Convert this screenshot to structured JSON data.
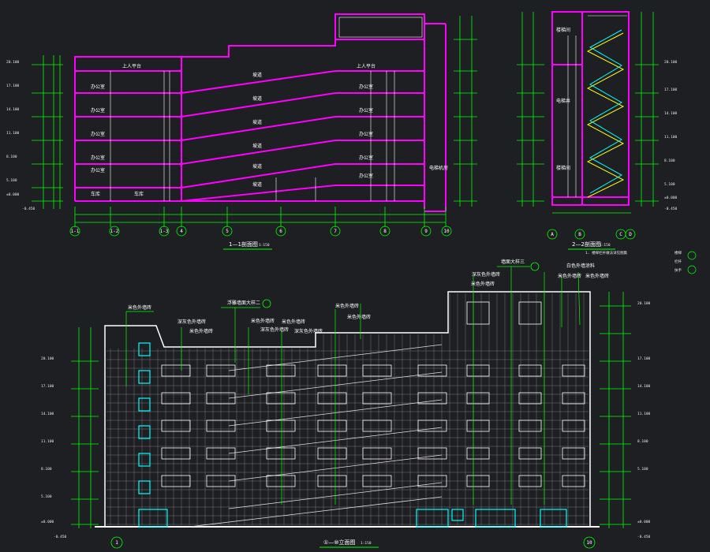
{
  "drawing": {
    "section_1": {
      "title": "1—1剖面图",
      "scale": "1:150",
      "room_labels": [
        "上人平台",
        "办公室",
        "办公室",
        "办公室",
        "办公室",
        "办公室",
        "车库",
        "车库",
        "坡道",
        "坡道",
        "坡道",
        "坡道",
        "坡道",
        "坡道",
        "上人平台",
        "办公室",
        "办公室",
        "办公室",
        "办公室",
        "办公室",
        "电梯机房"
      ],
      "axis_labels": [
        "1-1",
        "1-2",
        "1-3",
        "4",
        "5",
        "6",
        "7",
        "8",
        "9",
        "10"
      ],
      "levels": [
        "20.100",
        "17.100",
        "14.100",
        "11.100",
        "8.100",
        "5.100",
        "±0.000",
        "-0.450"
      ]
    },
    "section_2": {
      "title": "2—2剖面图",
      "scale": "1:150",
      "room_labels": [
        "楼梯间",
        "电梯井",
        "楼梯间"
      ],
      "axis_labels": [
        "A",
        "B",
        "C",
        "D"
      ],
      "levels": [
        "20.100",
        "17.100",
        "14.100",
        "11.100",
        "8.100",
        "5.100",
        "±0.000",
        "-0.450"
      ]
    },
    "elevation": {
      "title": "①—⑩立面图",
      "scale": "1:150",
      "callouts": [
        "米色外墙砖",
        "深灰色外墙砖",
        "米色外墙砖",
        "浮雕墙面大样二",
        "米色外墙砖",
        "深灰色外墙砖",
        "米色外墙砖",
        "深灰色外墙砖",
        "米色外墙砖",
        "墙面大样三",
        "深灰色外墙砖",
        "白色外墙涂料",
        "米色外墙砖",
        "米色外墙砖",
        "米色外墙砖",
        "米色外墙砖"
      ],
      "axis_labels": [
        "1",
        "10"
      ],
      "levels": [
        "20.100",
        "17.100",
        "14.100",
        "11.100",
        "8.100",
        "5.100",
        "±0.000",
        "-0.450"
      ]
    },
    "notes": [
      "1. 楼梯栏杆做法详见图集",
      "楼梯",
      "栏杆",
      "扶手"
    ]
  },
  "colors": {
    "background": "#1e1f23",
    "wall": "#ff00ff",
    "dimension": "#00ff00",
    "text": "#ffffff",
    "glass": "#00ffff",
    "stair": "#ffff00",
    "grid": "#c8c8c8"
  }
}
